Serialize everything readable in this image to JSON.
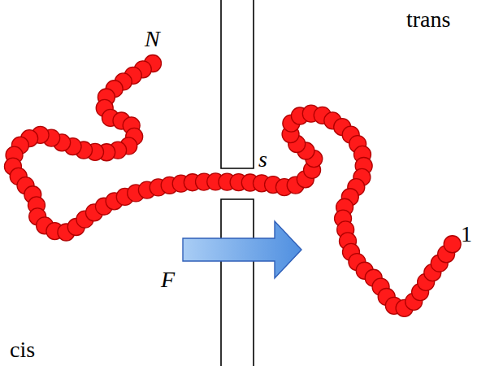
{
  "diagram": {
    "labels": [
      "trans",
      "N",
      "s",
      "1",
      "F",
      "cis"
    ]
  }
}
